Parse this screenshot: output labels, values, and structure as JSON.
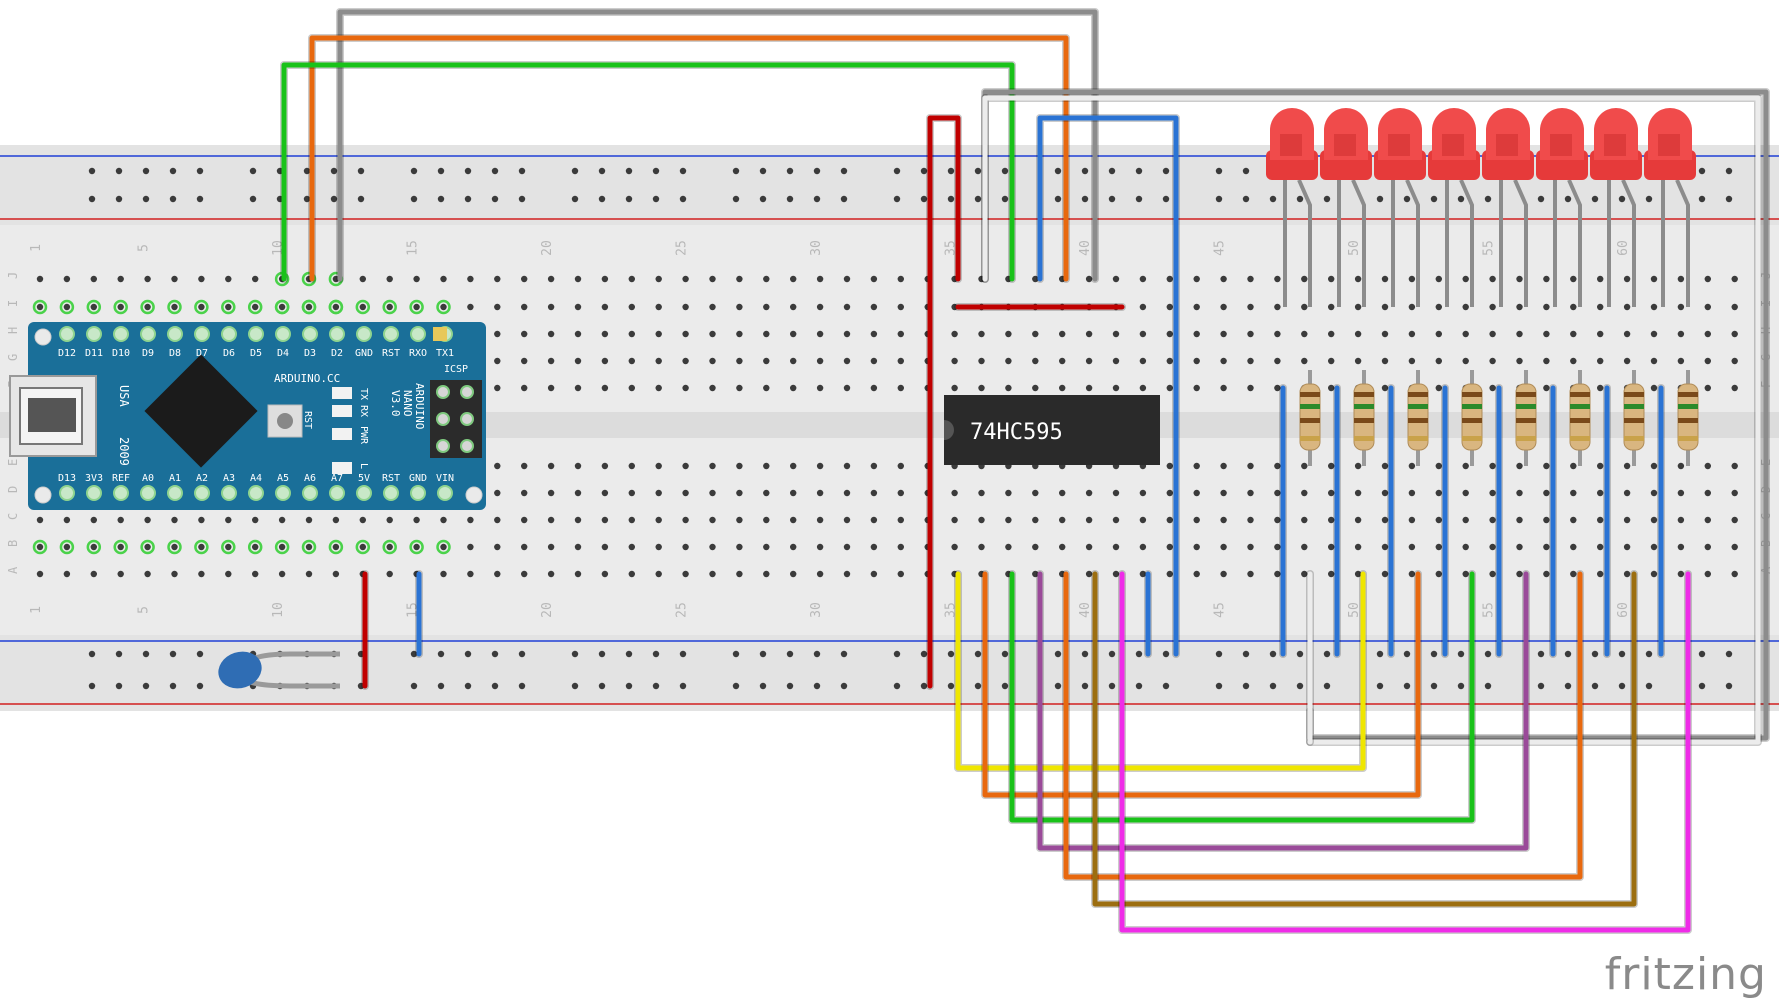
{
  "watermark": "fritzing",
  "breadboard": {
    "row_letters": [
      "J",
      "I",
      "H",
      "G",
      "F",
      "E",
      "D",
      "C",
      "B",
      "A"
    ],
    "column_markers": [
      "1",
      "5",
      "10",
      "15",
      "20",
      "25",
      "30",
      "35",
      "40",
      "45",
      "50",
      "55",
      "60"
    ],
    "rail_colors": {
      "blue": "#1f3fd6",
      "red": "#d21f1f"
    }
  },
  "arduino": {
    "top_pins": [
      "D12",
      "D11",
      "D10",
      "D9",
      "D8",
      "D7",
      "D6",
      "D5",
      "D4",
      "D3",
      "D2",
      "GND",
      "RST",
      "RXO",
      "TX1"
    ],
    "bottom_pins": [
      "D13",
      "3V3",
      "REF",
      "A0",
      "A1",
      "A2",
      "A3",
      "A4",
      "A5",
      "A6",
      "A7",
      "5V",
      "RST",
      "GND",
      "VIN"
    ],
    "usb_label": "USA",
    "year": "2009",
    "brand": "ARDUINO.CC",
    "model_lines": [
      "ARDUINO",
      "NANO",
      "V3.0"
    ],
    "led_labels": [
      "TX",
      "RX",
      "PWR",
      "L"
    ],
    "reset_label": "RST",
    "icsp_label": "ICSP",
    "board_color": "#1a6f99"
  },
  "chip": {
    "label": "74HC595"
  },
  "led_count": 8,
  "wire_colors": {
    "gray": "#8c8c8c",
    "orange": "#e8680e",
    "green": "#19c219",
    "red": "#c00000",
    "blue": "#2a73d4",
    "white": "#ececec",
    "yellow": "#efe600",
    "purple": "#9a4a99",
    "brown": "#9c6e10",
    "magenta": "#ef2be8"
  }
}
